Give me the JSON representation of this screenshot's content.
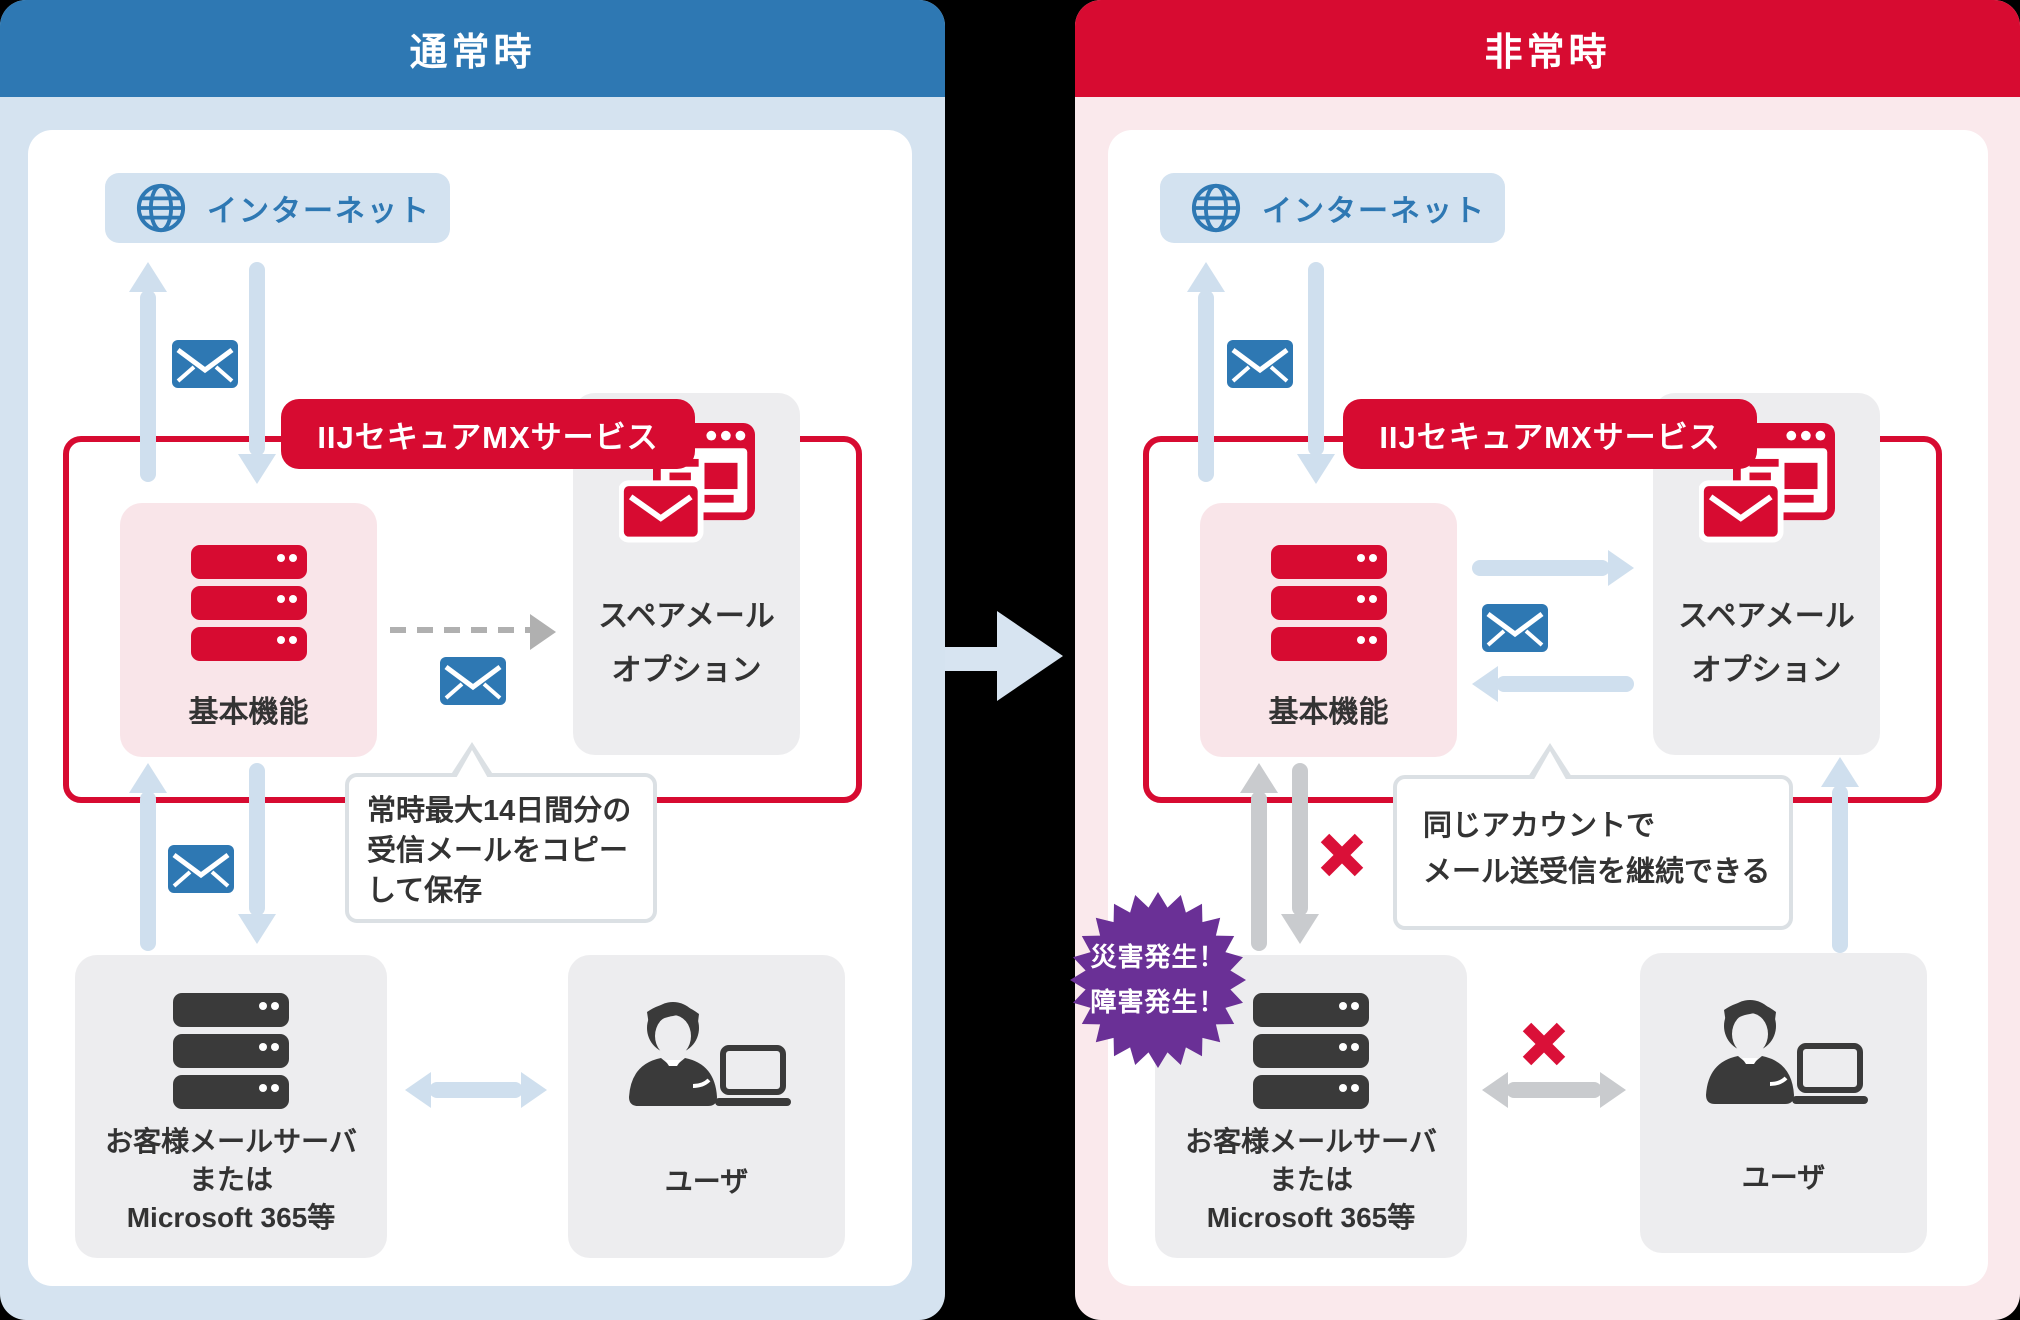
{
  "left": {
    "header": "通常時",
    "internet_label": "インターネット",
    "badge": "IIJセキュアMXサービス",
    "basic_box": "基本機能",
    "spare_box_line1": "スペアメール",
    "spare_box_line2": "オプション",
    "callout_line1": "常時最大14日間分の",
    "callout_line2": "受信メールをコピー",
    "callout_line3": "して保存",
    "server_box_line1": "お客様メールサーバ",
    "server_box_line2": "または",
    "server_box_line3": "Microsoft 365等",
    "user_box": "ユーザ"
  },
  "right": {
    "header": "非常時",
    "internet_label": "インターネット",
    "badge": "IIJセキュアMXサービス",
    "basic_box": "基本機能",
    "spare_box_line1": "スペアメール",
    "spare_box_line2": "オプション",
    "callout_line1": "同じアカウントで",
    "callout_line2": "メール送受信を継続できる",
    "burst_line1": "災害発生！",
    "burst_line2": "障害発生！",
    "server_box_line1": "お客様メールサーバ",
    "server_box_line2": "または",
    "server_box_line3": "Microsoft 365等",
    "user_box": "ユーザ"
  },
  "colors": {
    "header_blue": "#2e78b3",
    "brand_red": "#d70b31",
    "panel_blue_bg": "#d5e3f0",
    "panel_pink_bg": "#fae9ec",
    "pink_box_bg": "#f9e5e9",
    "gray_box_bg": "#ededef",
    "light_blue_arrow": "#cfdfee",
    "gray_arrow": "#c9cbce",
    "dashed_arrow": "#b0b0b0",
    "x_mark_red": "#da1038",
    "starburst_purple": "#6a3096",
    "envelope_blue": "#2e78b3",
    "dark_server": "#3a3a3a"
  },
  "icons": {
    "internet": "globe-icon",
    "mail": "envelope-icon",
    "service_server": "red-server-icon",
    "customer_server": "dark-server-icon",
    "spare_mail": "webmail-icon",
    "user": "person-laptop-icon",
    "failure": "x-mark-icon",
    "alert": "starburst-icon"
  }
}
